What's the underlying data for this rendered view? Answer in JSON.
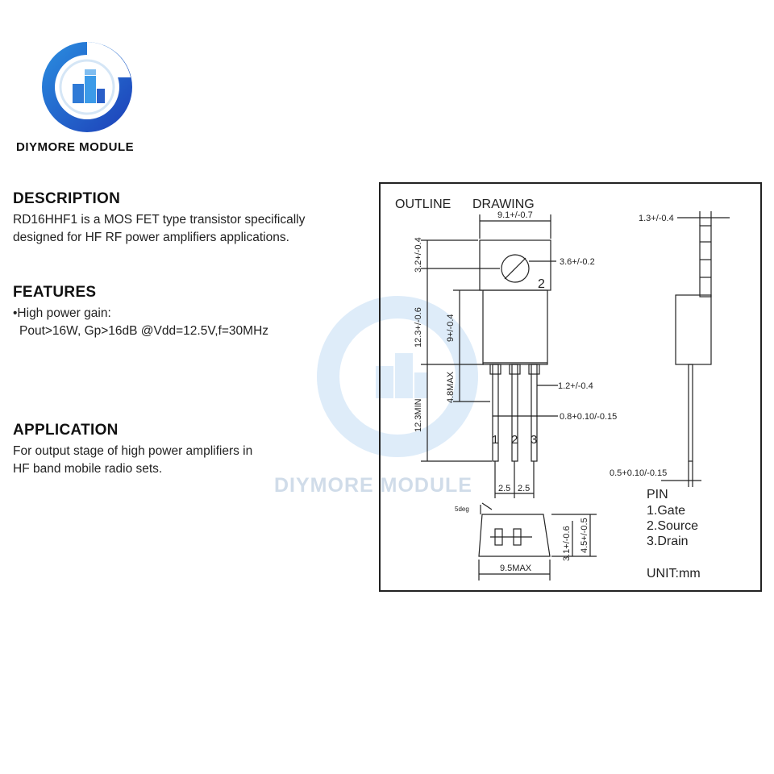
{
  "brand": {
    "name": "DIYMORE MODULE"
  },
  "watermark": {
    "text": "DIYMORE MODULE"
  },
  "description": {
    "title": "DESCRIPTION",
    "lines": [
      "RD16HHF1 is a MOS FET type transistor specifically",
      "designed for HF RF power amplifiers applications."
    ]
  },
  "features": {
    "title": "FEATURES",
    "lines": [
      "•High power gain:",
      "Pout>16W, Gp>16dB @Vdd=12.5V,f=30MHz"
    ]
  },
  "application": {
    "title": "APPLICATION",
    "lines": [
      "For output stage of high power amplifiers in",
      "HF band mobile radio sets."
    ]
  },
  "drawing": {
    "title_left": "OUTLINE",
    "title_right": "DRAWING",
    "dims": {
      "top_width": "9.1+/-0.7",
      "hole": "3.6+/-0.2",
      "tab_height": "3.2+/-0.4",
      "body_height": "12.3+/-0.6",
      "hole_to_bottom": "9+/-0.4",
      "lead_shoulder": "4.8MAX",
      "lead_length": "12.3MIN",
      "lead_width_upper": "1.2+/-0.4",
      "lead_width": "0.8+0.10/-0.15",
      "pitch_1": "2.5",
      "pitch_2": "2.5",
      "side_tab_thickness": "1.3+/-0.4",
      "side_lead_thickness": "0.5+0.10/-0.15",
      "bottom_angle": "5deg",
      "bottom_width": "9.5MAX",
      "bottom_inner_height": "3.1+/-0.6",
      "bottom_height": "4.5+/-0.5",
      "tab_pin_number": "2"
    },
    "pin_numbers": [
      "1",
      "2",
      "3"
    ],
    "pin_legend": {
      "title": "PIN",
      "items": [
        "1.Gate",
        "2.Source",
        "3.Drain"
      ],
      "unit": "UNIT:mm"
    }
  }
}
